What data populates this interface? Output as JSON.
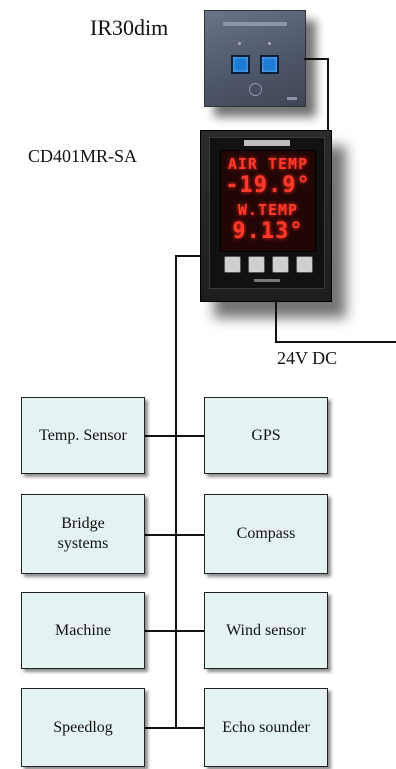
{
  "labels": {
    "remote": "IR30dim",
    "display": "CD401MR-SA",
    "power": "24V DC"
  },
  "display_screen": {
    "line1": "AIR TEMP",
    "line2": "-19.9°",
    "line3": "W.TEMP",
    "line4": "9.13°"
  },
  "boxes": {
    "left": [
      "Temp. Sensor",
      "Bridge systems",
      "Machine",
      "Speedlog"
    ],
    "right": [
      "GPS",
      "Compass",
      "Wind sensor",
      "Echo sounder"
    ]
  },
  "colors": {
    "box_fill": "#e4f3f1",
    "led": "#ff3a2a",
    "remote_button": "#1e7bd6"
  }
}
